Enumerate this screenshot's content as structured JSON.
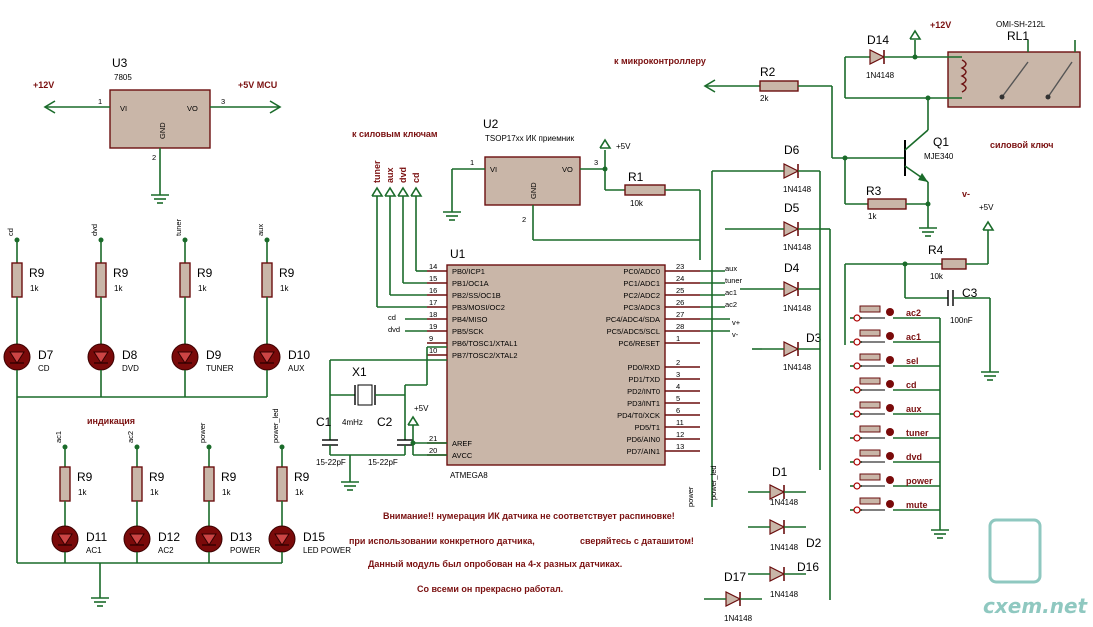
{
  "labels": {
    "u3_ref": "U3",
    "u3_part": "7805",
    "u3_vi": "VI",
    "u3_vo": "VO",
    "u3_gnd": "GND",
    "plus12_left": "+12V",
    "plus5_mcu": "+5V MCU",
    "u2_ref": "U2",
    "u2_part": "TSOP17xx ИК приемник",
    "u2_vi": "VI",
    "u2_vo": "VO",
    "u2_gnd": "GND",
    "to_power_keys": "к силовым ключам",
    "to_mcu": "к микроконтроллеру",
    "u1_ref": "U1",
    "u1_part": "ATMEGA8",
    "plus5": "+5V",
    "plus12_top": "+12V",
    "rl1_ref": "RL1",
    "rl1_part": "OMI-SH-212L",
    "power_key": "силовой ключ",
    "q1_ref": "Q1",
    "q1_part": "MJE340",
    "vminus": "v-",
    "indication": "индикация",
    "watermark": "cxem.net"
  },
  "bus_labels": [
    "tuner",
    "aux",
    "dvd",
    "cd"
  ],
  "u1_left_pins": [
    {
      "num": "14",
      "name": "PB0/ICP1"
    },
    {
      "num": "15",
      "name": "PB1/OC1A"
    },
    {
      "num": "16",
      "name": "PB2/SS/OC1B"
    },
    {
      "num": "17",
      "name": "PB3/MOSI/OC2"
    },
    {
      "num": "18",
      "name": "PB4/MISO"
    },
    {
      "num": "19",
      "name": "PB5/SCK"
    },
    {
      "num": "9",
      "name": "PB6/TOSC1/XTAL1"
    },
    {
      "num": "10",
      "name": "PB7/TOSC2/XTAL2"
    },
    {
      "num": "21",
      "name": "AREF"
    },
    {
      "num": "20",
      "name": "AVCC"
    }
  ],
  "u1_right_pins": [
    {
      "num": "23",
      "name": "PC0/ADC0"
    },
    {
      "num": "24",
      "name": "PC1/ADC1"
    },
    {
      "num": "25",
      "name": "PC2/ADC2"
    },
    {
      "num": "26",
      "name": "PC3/ADC3"
    },
    {
      "num": "27",
      "name": "PC4/ADC4/SDA"
    },
    {
      "num": "28",
      "name": "PC5/ADC5/SCL"
    },
    {
      "num": "1",
      "name": "PC6/RESET"
    },
    {
      "num": "2",
      "name": "PD0/RXD"
    },
    {
      "num": "3",
      "name": "PD1/TXD"
    },
    {
      "num": "4",
      "name": "PD2/INT0"
    },
    {
      "num": "5",
      "name": "PD3/INT1"
    },
    {
      "num": "6",
      "name": "PD4/T0/XCK"
    },
    {
      "num": "11",
      "name": "PD5/T1"
    },
    {
      "num": "12",
      "name": "PD6/AIN0"
    },
    {
      "num": "13",
      "name": "PD7/AIN1"
    }
  ],
  "u1_right_net_labels": [
    "aux",
    "tuner",
    "ac1",
    "ac2",
    "v+",
    "v-"
  ],
  "u1_left_net_labels": [
    "cd",
    "dvd"
  ],
  "power_led_net": [
    "power",
    "power_led"
  ],
  "resistors": [
    {
      "ref": "R1",
      "val": "10k"
    },
    {
      "ref": "R2",
      "val": "2k"
    },
    {
      "ref": "R3",
      "val": "1k"
    },
    {
      "ref": "R4",
      "val": "10k"
    }
  ],
  "cap_c3": {
    "ref": "C3",
    "val": "100nF"
  },
  "crystal": {
    "ref": "X1",
    "val": "4mHz"
  },
  "caps_xtal": [
    {
      "ref": "C1",
      "val": "15-22pF"
    },
    {
      "ref": "C2",
      "val": "15-22pF"
    }
  ],
  "diodes": [
    {
      "ref": "D14",
      "val": "1N4148"
    },
    {
      "ref": "D6",
      "val": "1N4148"
    },
    {
      "ref": "D5",
      "val": "1N4148"
    },
    {
      "ref": "D4",
      "val": "1N4148"
    },
    {
      "ref": "D3",
      "val": "1N4148"
    },
    {
      "ref": "D1",
      "val": "1N4148"
    },
    {
      "ref": "D2",
      "val": "1N4148"
    },
    {
      "ref": "D16",
      "val": "1N4148"
    },
    {
      "ref": "D17",
      "val": "1N4148"
    }
  ],
  "leds_top": [
    {
      "net": "cd",
      "rref": "R9",
      "rval": "1k",
      "ref": "D7",
      "name": "CD"
    },
    {
      "net": "dvd",
      "rref": "R9",
      "rval": "1k",
      "ref": "D8",
      "name": "DVD"
    },
    {
      "net": "tuner",
      "rref": "R9",
      "rval": "1k",
      "ref": "D9",
      "name": "TUNER"
    },
    {
      "net": "aux",
      "rref": "R9",
      "rval": "1k",
      "ref": "D10",
      "name": "AUX"
    }
  ],
  "leds_bottom": [
    {
      "net": "ac1",
      "rref": "R9",
      "rval": "1k",
      "ref": "D11",
      "name": "AC1"
    },
    {
      "net": "ac2",
      "rref": "R9",
      "rval": "1k",
      "ref": "D12",
      "name": "AC2"
    },
    {
      "net": "power",
      "rref": "R9",
      "rval": "1k",
      "ref": "D13",
      "name": "POWER"
    },
    {
      "net": "power_led",
      "rref": "R9",
      "rval": "1k",
      "ref": "D15",
      "name": "LED POWER"
    }
  ],
  "buttons": [
    "ac2",
    "ac1",
    "sel",
    "cd",
    "aux",
    "tuner",
    "dvd",
    "power",
    "mute"
  ],
  "notes": [
    "Внимание!! нумерация ИК датчика не соответствует распиновке!",
    "при использовании конкретного датчика,",
    "сверяйтесь с даташитом!",
    "Данный модуль был опробован на 4-х разных датчиках.",
    "Со всеми он прекрасно работал."
  ]
}
